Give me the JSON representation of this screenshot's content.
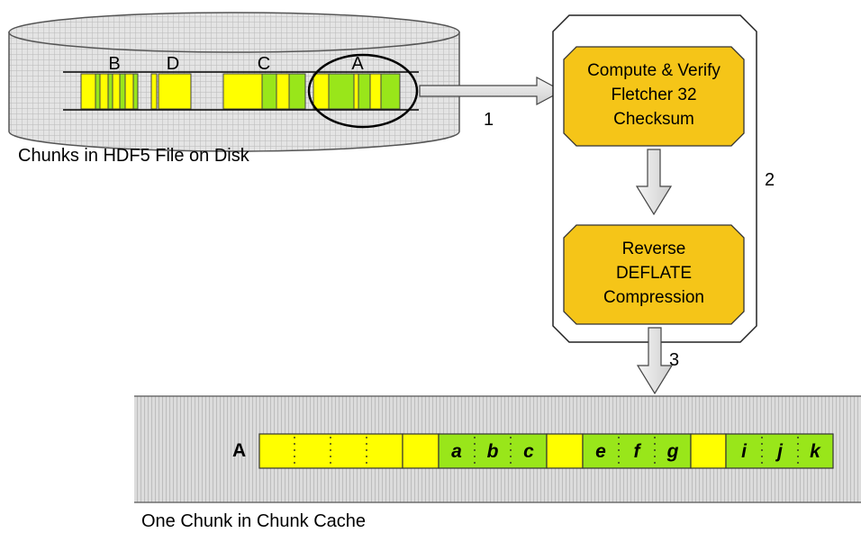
{
  "disk": {
    "caption": "Chunks in HDF5 File on Disk",
    "chunk_labels": [
      "B",
      "D",
      "C",
      "A"
    ]
  },
  "steps": {
    "step1": "1",
    "step2": "2",
    "step3": "3"
  },
  "process_box": {
    "checksum_lines": [
      "Compute & Verify",
      "Fletcher 32",
      "Checksum"
    ],
    "decompress_lines": [
      "Reverse",
      "DEFLATE",
      "Compression"
    ]
  },
  "cache": {
    "caption": "One Chunk in Chunk Cache",
    "row_label": "A",
    "elements": [
      "a",
      "b",
      "c",
      "e",
      "f",
      "g",
      "i",
      "j",
      "k"
    ]
  },
  "colors": {
    "yellow": "#ffff00",
    "green": "#99e61a",
    "orange_box": "#f5c518",
    "gray_pattern": "#c8c8c8"
  }
}
